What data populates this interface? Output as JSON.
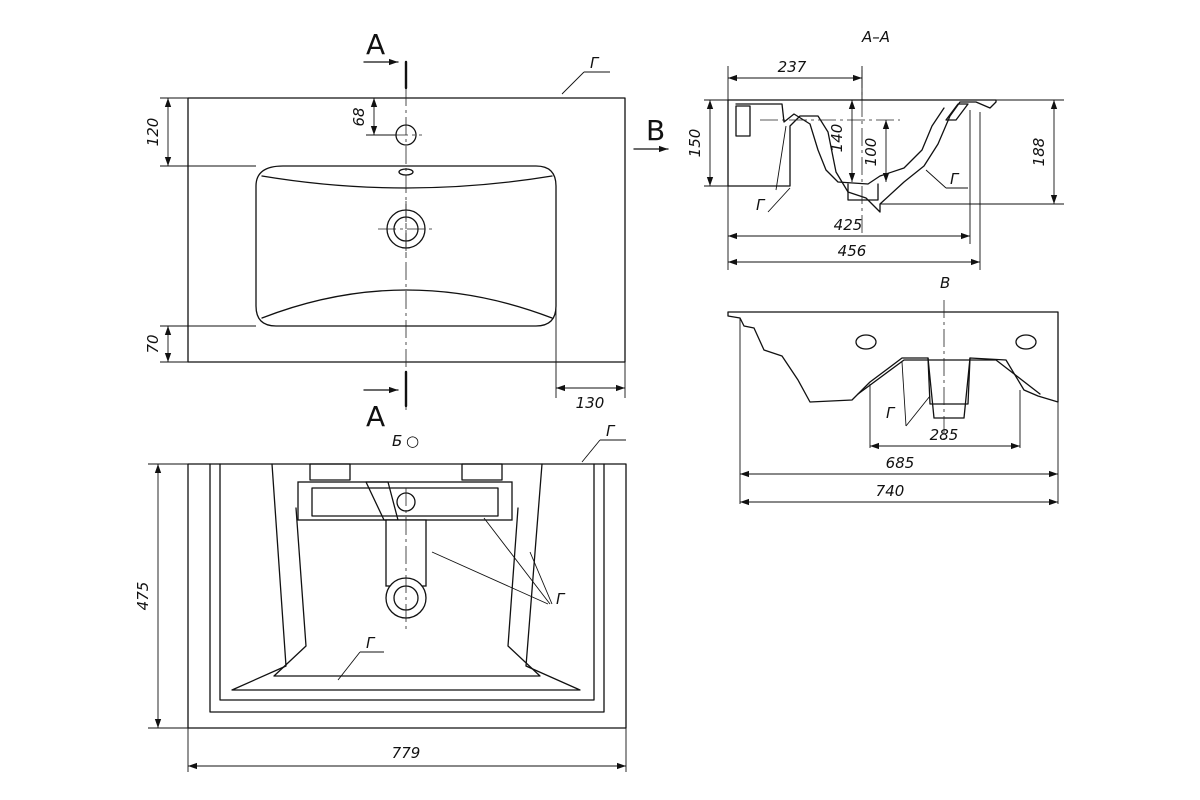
{
  "labels": {
    "section_mark": "A",
    "view_mark": "B",
    "view_title": "B",
    "section_title": "A–A",
    "edge_note": "Г",
    "bottom_view_title": "Б",
    "bottom_view_symbol": "○"
  },
  "dimensions": {
    "plan_top_offset": "120",
    "plan_tap_offset": "68",
    "plan_bottom_offset": "70",
    "plan_right_offset": "130",
    "section_depth_237": "237",
    "section_height_150": "150",
    "section_depth_140": "140",
    "section_depth_100": "100",
    "section_height_188": "188",
    "section_width_425": "425",
    "section_width_456": "456",
    "view_width_285": "285",
    "view_width_685": "685",
    "view_width_740": "740",
    "bottom_height_475": "475",
    "bottom_width_779": "779"
  }
}
